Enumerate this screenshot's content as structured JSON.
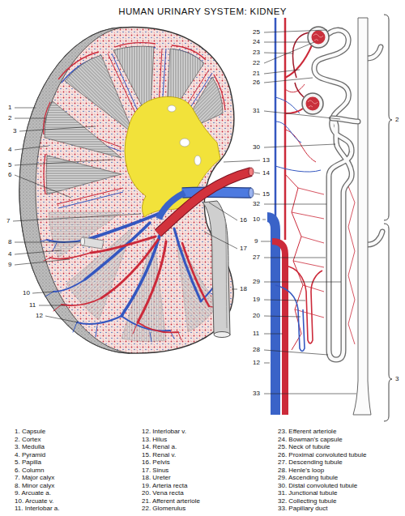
{
  "diagram": {
    "title": "HUMAN URINARY SYSTEM: KIDNEY",
    "labels": [
      "1",
      "2",
      "3",
      "4",
      "5",
      "6",
      "7",
      "8",
      "4",
      "9",
      "10",
      "11",
      "12",
      "13",
      "14",
      "15",
      "16",
      "17",
      "18",
      "25",
      "24",
      "23",
      "22",
      "21",
      "26",
      "31",
      "30",
      "32",
      "10",
      "9",
      "27",
      "29",
      "19",
      "20",
      "11",
      "28",
      "12",
      "33",
      "2",
      "3",
      "1. Capsule",
      "2. Cortex",
      "3. Medulla",
      "4. Pyramid",
      "5. Papilla",
      "6. Column",
      "7. Major calyx",
      "8. Minor calyx",
      "9. Arcuate a.",
      "10. Arcuate v.",
      "11. Interlobar a.",
      "12. Interlobar v.",
      "13. Hilus",
      "14. Renal a.",
      "15. Renal v.",
      "16. Pelvis",
      "17. Sinus",
      "18. Ureter",
      "19. Arteria recta",
      "20. Vena recta",
      "21. Afferent arteriole",
      "22. Glomerulus",
      "23. Efferent arteriole",
      "24. Bowman's capsule",
      "25. Neck of tubule",
      "26. Proximal convoluted tubule",
      "27. Descending tubule",
      "28. Henle's loop",
      "29. Ascending tubule",
      "30. Distal convoluted tubule",
      "31. Junctional tubule",
      "32. Collecting tubule",
      "33. Papillary duct"
    ]
  }
}
